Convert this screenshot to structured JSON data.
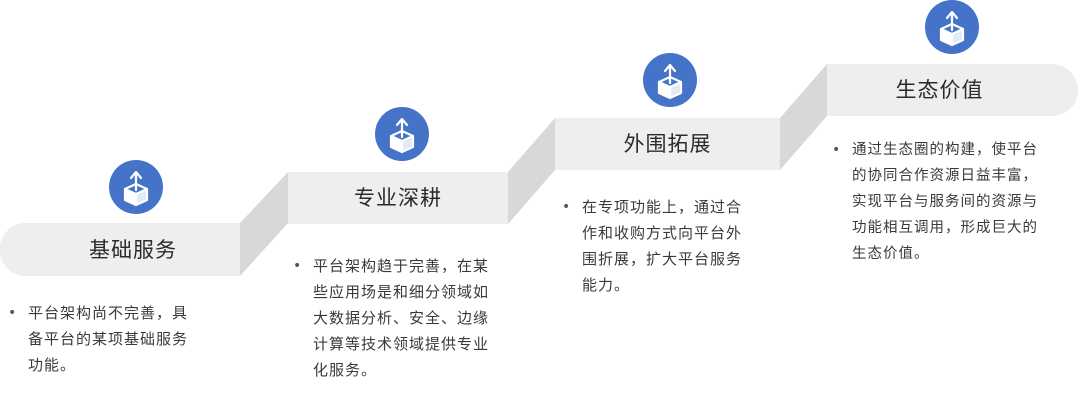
{
  "colors": {
    "accent": "#4573C8",
    "step_fill": "#EEEEEE",
    "connector_fill": "#D8D8D8"
  },
  "icon": "box-upload-icon",
  "steps": [
    {
      "title": "基础服务",
      "lines": [
        "平台架构尚不完善，具",
        "备平台的某项基础服务",
        "功能。"
      ]
    },
    {
      "title": "专业深耕",
      "lines": [
        "平台架构趋于完善，在某",
        "些应用场是和细分领域如",
        "大数据分析、安全、边缘",
        "计算等技术领域提供专业",
        "化服务。"
      ]
    },
    {
      "title": "外围拓展",
      "lines": [
        "在专项功能上，通过合",
        "作和收购方式向平台外",
        "围折展，扩大平台服务",
        "能力。"
      ]
    },
    {
      "title": "生态价值",
      "lines": [
        "通过生态圈的构建，使平台",
        "的协同合作资源日益丰富，",
        "实现平台与服务间的资源与",
        "功能相互调用，形成巨大的",
        "生态价值。"
      ]
    }
  ]
}
